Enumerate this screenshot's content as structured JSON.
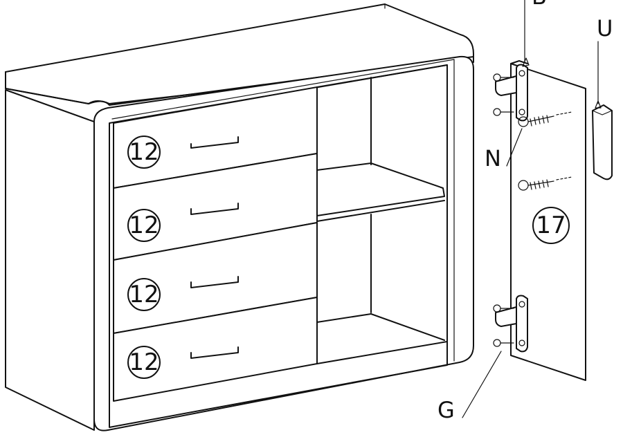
{
  "drawer_part_number": "12",
  "door_part_number": "17",
  "labels": {
    "hinge": "B",
    "handle": "U",
    "screw": "N",
    "hinge_screw": "G"
  },
  "drawers": [
    {
      "part": "12"
    },
    {
      "part": "12"
    },
    {
      "part": "12"
    },
    {
      "part": "12"
    }
  ]
}
